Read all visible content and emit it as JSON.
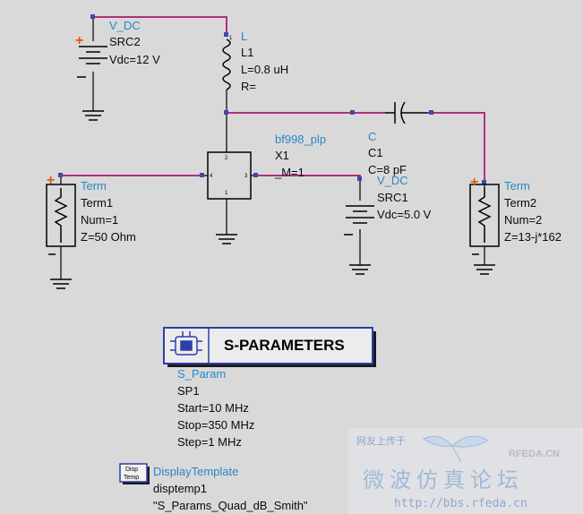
{
  "src2": {
    "type": "V_DC",
    "name": "SRC2",
    "param": "Vdc=12 V"
  },
  "inductor": {
    "type": "L",
    "name": "L1",
    "value": "L=0.8 uH",
    "res": "R="
  },
  "transistor": {
    "type": "bf998_plp",
    "name": "X1",
    "param": "_M=1",
    "pins": [
      "2",
      "4",
      "3",
      "1"
    ]
  },
  "capacitor": {
    "type": "C",
    "name": "C1",
    "value": "C=8 pF"
  },
  "src1": {
    "type": "V_DC",
    "name": "SRC1",
    "param": "Vdc=5.0 V"
  },
  "term1": {
    "type": "Term",
    "name": "Term1",
    "num": "Num=1",
    "z": "Z=50 Ohm"
  },
  "term2": {
    "type": "Term",
    "name": "Term2",
    "num": "Num=2",
    "z": "Z=13-j*162"
  },
  "sparam": {
    "title": "S-PARAMETERS",
    "type": "S_Param",
    "name": "SP1",
    "start": "Start=10 MHz",
    "stop": "Stop=350 MHz",
    "step": "Step=1 MHz"
  },
  "display": {
    "icon_line1": "Disp",
    "icon_line2": "Temp",
    "type": "DisplayTemplate",
    "name": "disptemp1",
    "template": "\"S_Params_Quad_dB_Smith\""
  },
  "watermark": {
    "top": "网友上传于",
    "brand": "RFEDA.CN",
    "main": "微波仿真论坛",
    "url": "http://bbs.rfeda.cn"
  },
  "colors": {
    "wire": "#b0307f",
    "label": "#2a86c8",
    "plus": "#e05a10"
  }
}
